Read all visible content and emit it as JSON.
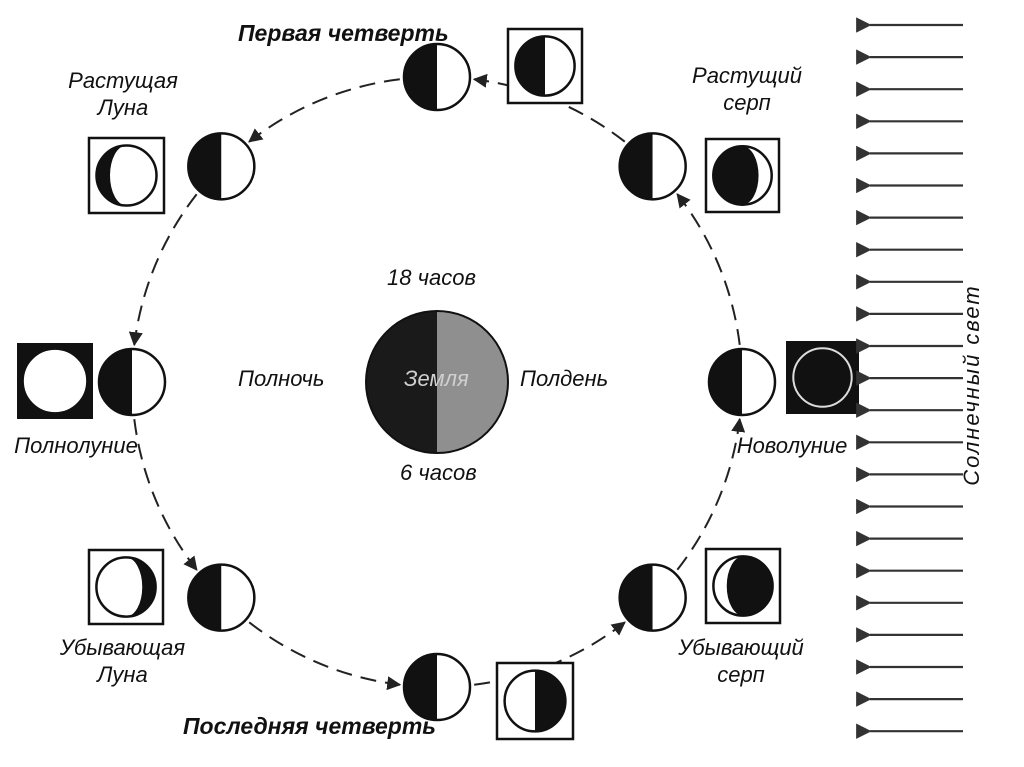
{
  "phases": {
    "first_quarter": "Первая четверть",
    "waxing_moon": "Растущая\nЛуна",
    "waxing_crescent": "Растущий\nсерп",
    "full_moon": "Полнолуние",
    "new_moon": "Новолуние",
    "waning_moon": "Убывающая\nЛуна",
    "waning_crescent": "Убывающий\nсерп",
    "last_quarter": "Последняя четверть"
  },
  "earth": {
    "name": "Земля",
    "top_time": "18 часов",
    "bottom_time": "6 часов",
    "left_time": "Полночь",
    "right_time": "Полдень"
  },
  "sunlight": {
    "label": "Солнечный свет"
  }
}
